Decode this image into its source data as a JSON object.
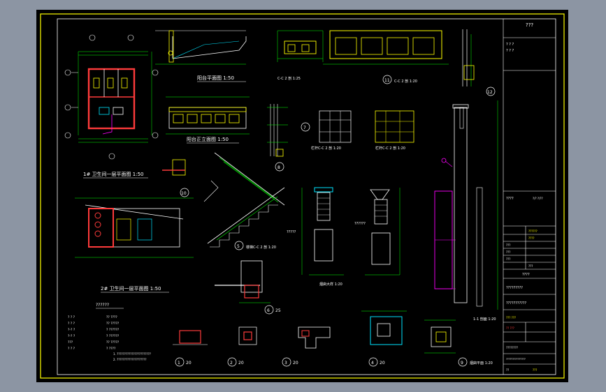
{
  "colors": {
    "background": "#8c95a3",
    "paper": "#000000",
    "frame": "#ffff00",
    "lines": "#ffffff",
    "dims": "#00ff00",
    "walls": "#ff3b3b",
    "hatch": "#00e5ff",
    "accent": "#ff00ff"
  },
  "title_block": {
    "top_label": "???",
    "top_lines": [
      "? ? ?",
      "? ? ?"
    ],
    "mid_label": "????",
    "mid_small": "?/? ?/??",
    "rows": [
      "??????",
      "????",
      "???",
      "???",
      "???",
      "???"
    ],
    "sheet_label": "????",
    "project": "?????????",
    "drawing_title": "???????????",
    "sub": "??? ???",
    "drawing_no": "?? ???",
    "footer_left": "????????",
    "footer_note": "???????????????",
    "footer_code": "?????",
    "date": "??",
    "scale": "???"
  },
  "views": {
    "wc1_plan": "1# 卫生间一层平面图  1:50",
    "wc2_plan": "2# 卫生间一层平面图  1:50",
    "balcony_plan": "阳台平面图  1:50",
    "balcony_elev": "阳台正立面图  1:50",
    "stair_detail": "楼梯C-C 2 剖  1:20",
    "rail_detail_a": "栏杆C-C 2 剖 1:20",
    "rail_detail_b": "栏杆C-C 2 剖 1:20",
    "rail_c": "C-C 2 剖  1:20",
    "rail_top": "C-C 2 剖  1:25",
    "chimney_elev": "烟囱大样  1:20",
    "wall_section": "1-1 剖面  1:20",
    "chimney_plan": "烟囱平面 1:20"
  },
  "circles": {
    "n1": "1",
    "n2": "2",
    "n3": "3",
    "n4": "4",
    "n5": "5",
    "n6": "6",
    "n7": "7",
    "n8": "8",
    "n9": "9",
    "n10": "10",
    "n11": "11",
    "n12": "12"
  },
  "scales": {
    "s20": "20",
    "s25": "25"
  },
  "legend": {
    "title": "??????",
    "items": [
      "? ? ?",
      "? ? ?",
      "?-? ?",
      "?-? ?",
      "???",
      "? ? ?"
    ],
    "items2": [
      "?? ????",
      "?? ?????",
      "? ??????",
      "? ??????",
      "?? ?????",
      "? ????"
    ],
    "note1": "1. ???????????????????????",
    "note2": "2. ????????????????????"
  },
  "chimney_labels": {
    "cap": "?????",
    "body": "??????",
    "base": "??????"
  }
}
